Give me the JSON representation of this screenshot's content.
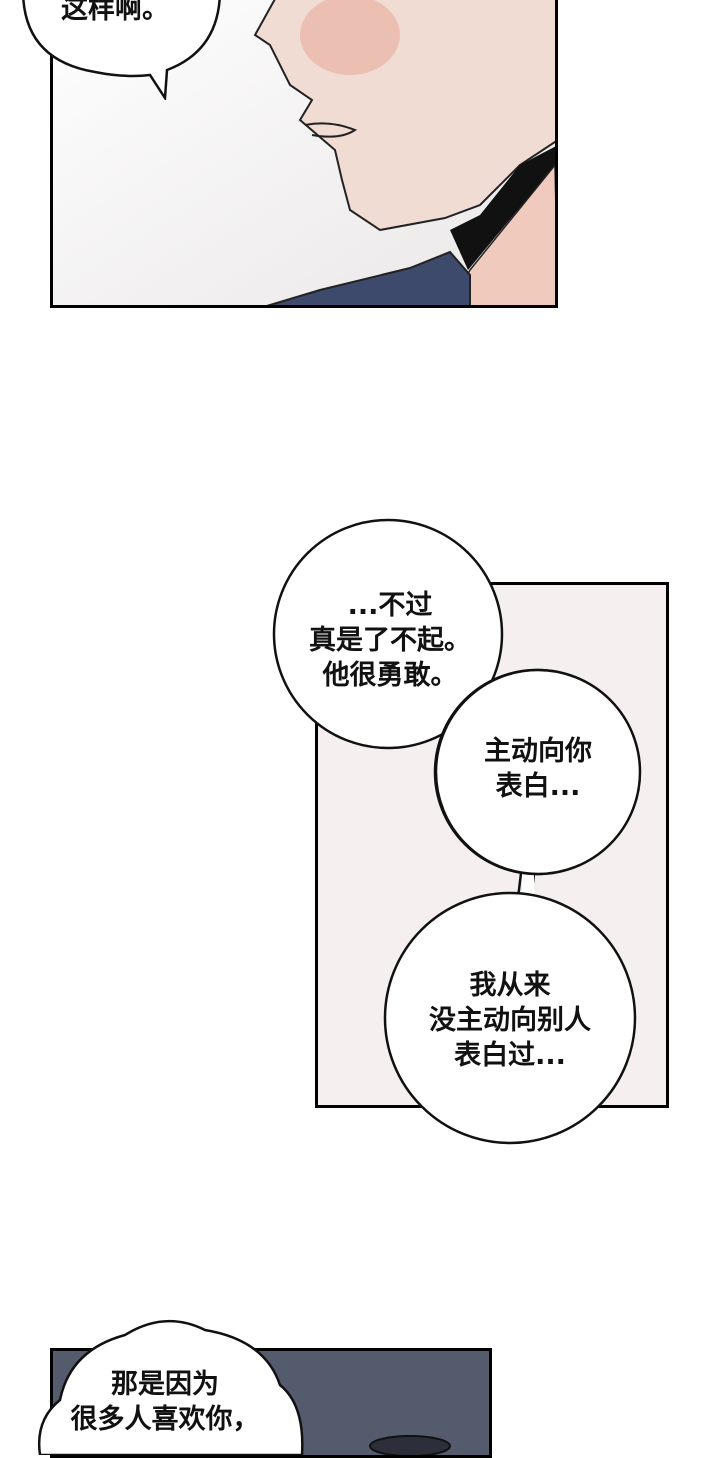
{
  "panel1": {
    "bubble_lines": [
      "这样啊。"
    ]
  },
  "panel2": {
    "bubble1_lines": [
      "...不过",
      "真是了不起。",
      "他很勇敢。"
    ],
    "bubble2_lines": [
      "主动向你",
      "表白..."
    ],
    "bubble3_lines": [
      "我从来",
      "没主动向别人",
      "表白过..."
    ]
  },
  "panel3": {
    "bubble_lines": [
      "那是因为",
      "很多人喜欢你，"
    ]
  },
  "colors": {
    "panel2_bg": "#f6efef",
    "panel3_bg": "#545b6d",
    "skin": "#f2d9cf",
    "blush": "#e8b3a4",
    "shirt": "#3d4a6b"
  }
}
